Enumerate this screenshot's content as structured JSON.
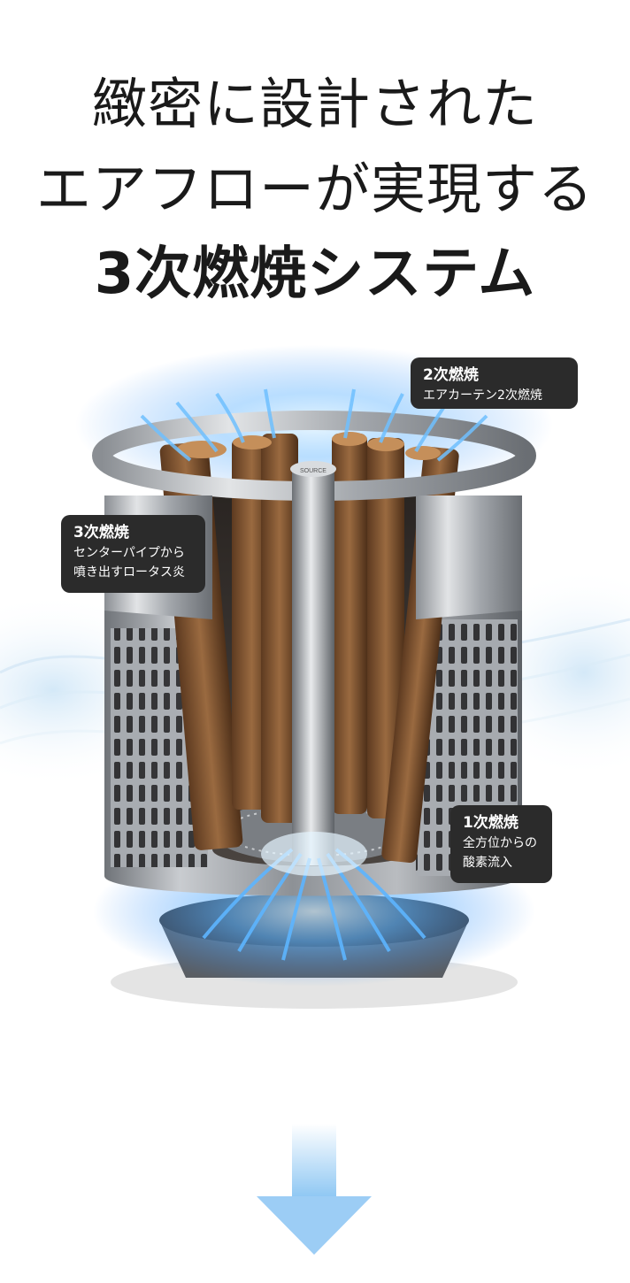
{
  "headline": {
    "line1": "緻密に設計された",
    "line2": "エアフローが実現する",
    "line3": "3次燃焼システム"
  },
  "product": {
    "pipe_logo": "SOURCE"
  },
  "callouts": {
    "secondary": {
      "title": "2次燃焼",
      "desc_line1": "エアカーテン2次燃焼"
    },
    "tertiary": {
      "title": "3次燃焼",
      "desc_line1": "センターパイプから",
      "desc_line2": "噴き出すロータス炎"
    },
    "primary": {
      "title": "1次燃焼",
      "desc_line1": "全方位からの",
      "desc_line2": "酸素流入"
    }
  },
  "colors": {
    "airflow": "#4aa3ff",
    "callout_bg": "#2b2b2b",
    "steel": "#9a9ea3",
    "wood": "#8a5a35",
    "arrow": "#9ccdf5"
  },
  "icons": {
    "scroll_hint": "down-arrow-icon"
  }
}
